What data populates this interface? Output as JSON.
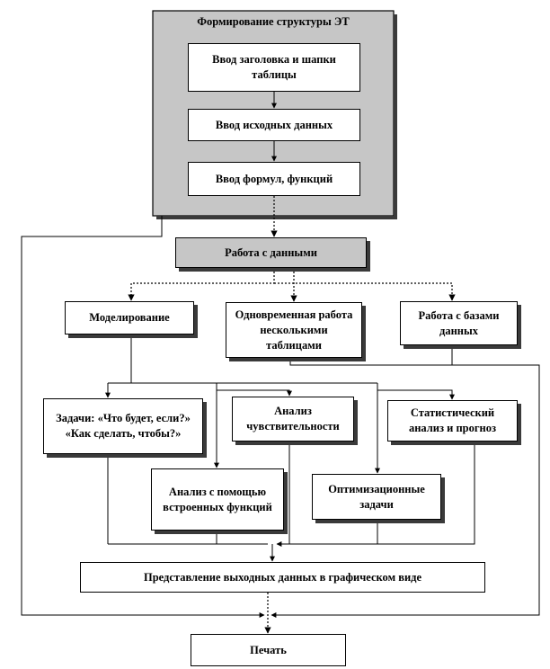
{
  "diagram": {
    "outer_title": "Формирование структуры ЭТ",
    "step_header": "Ввод заголовка и шапки таблицы",
    "step_data": "Ввод исходных данных",
    "step_formulas": "Ввод формул, функций",
    "work_with_data": "Работа с данными",
    "modeling": "Моделирование",
    "multi_tables": "Одновременная работа несколькими таблицами",
    "databases": "Работа с базами данных",
    "tasks": "Задачи: «Что будет, если?» «Как сделать, чтобы?»",
    "sensitivity": "Анализ чувствительности",
    "statistics": "Статистический анализ и прогноз",
    "builtin_functions": "Анализ с помощью встроенных функций",
    "optimization": "Оптимизационные задачи",
    "graphic_output": "Представление выходных данных в графическом виде",
    "print": "Печать"
  }
}
